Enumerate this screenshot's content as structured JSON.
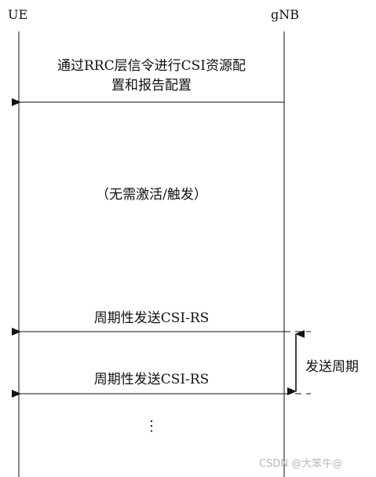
{
  "entities": {
    "left": "UE",
    "right": "gNB"
  },
  "messages": [
    {
      "line1": "通过RRC层信令进行CSI资源配",
      "line2": "置和报告配置"
    },
    {
      "text": "周期性发送CSI-RS"
    },
    {
      "text": "周期性发送CSI-RS"
    }
  ],
  "note": "（无需激活/触发）",
  "period_label": "发送周期",
  "ellipsis": "⋮",
  "watermark": "CSDN @大笨牛@"
}
